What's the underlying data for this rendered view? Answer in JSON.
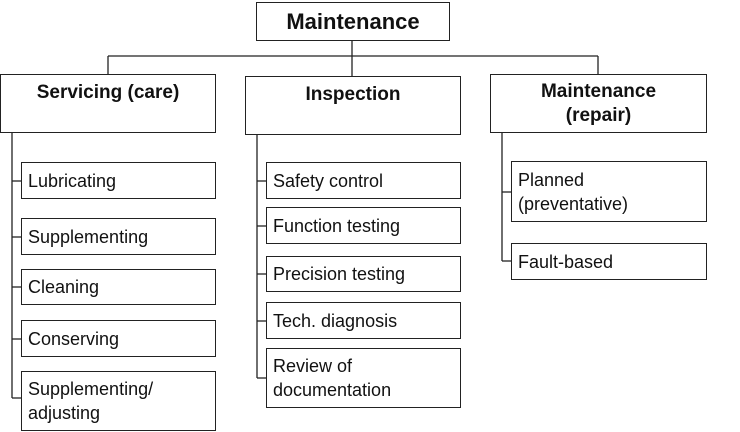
{
  "root": {
    "label": "Maintenance"
  },
  "categories": [
    {
      "label": "Servicing (care)",
      "items": [
        "Lubricating",
        "Supplementing",
        "Cleaning",
        "Conserving",
        "Supplementing/\nadjusting"
      ]
    },
    {
      "label": "Inspection",
      "items": [
        "Safety control",
        "Function testing",
        "Precision testing",
        "Tech. diagnosis",
        "Review of\ndocumentation"
      ]
    },
    {
      "label": "Maintenance\n(repair)",
      "items": [
        "Planned\n(preventative)",
        "Fault-based"
      ]
    }
  ]
}
